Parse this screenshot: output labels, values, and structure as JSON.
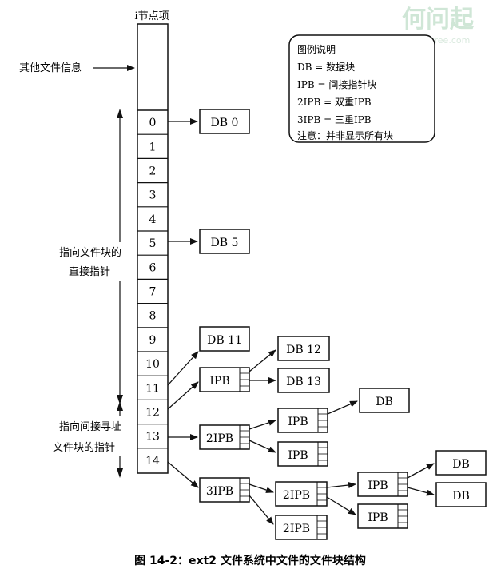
{
  "inode_header": "i节点项",
  "other_info_label": "其他文件信息",
  "inode_slots": [
    "0",
    "1",
    "2",
    "3",
    "4",
    "5",
    "6",
    "7",
    "8",
    "9",
    "10",
    "11",
    "12",
    "13",
    "14"
  ],
  "direct_label": [
    "指向文件块的",
    "直接指针"
  ],
  "indirect_label": [
    "指向间接寻址",
    "文件块的指针"
  ],
  "legend": {
    "title": "图例说明",
    "lines": [
      "DB = 数据块",
      "IPB = 间接指针块",
      "2IPB = 双重IPB",
      "3IPB = 三重IPB",
      "注意：并非显示所有块"
    ]
  },
  "blocks": {
    "db0": "DB 0",
    "db5": "DB 5",
    "db11": "DB 11",
    "ipb": "IPB",
    "db12": "DB 12",
    "db13": "DB 13",
    "twoipb13": "2IPB",
    "ipb_a": "IPB",
    "ipb_b": "IPB",
    "db_a": "DB",
    "threeipb": "3IPB",
    "twoipb_a": "2IPB",
    "twoipb_b": "2IPB",
    "ipb_c": "IPB",
    "ipb_d": "IPB",
    "db_b": "DB",
    "db_c": "DB"
  },
  "watermark": {
    "main": "何问起",
    "sub": "hovertree.com"
  },
  "caption": "图 14-2：ext2 文件系统中文件的文件块结构"
}
